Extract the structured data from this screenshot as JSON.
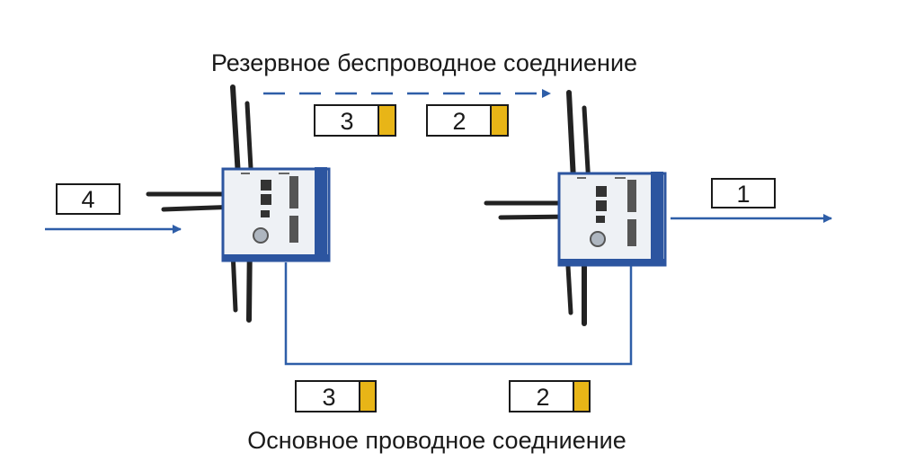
{
  "diagram": {
    "wireless_label": "Резервное беспроводное соедниение",
    "wired_label": "Основное проводное соедниение",
    "colors": {
      "link": "#2e5ea8",
      "tag": "#e8b517",
      "box_border": "#1a1a1a",
      "device_body": "#eef1f5",
      "device_frame": "#2c55a0",
      "antenna": "#222222"
    },
    "packets": {
      "input": "4",
      "output": "1",
      "wireless_a": "3",
      "wireless_b": "2",
      "wired_a": "3",
      "wired_b": "2"
    },
    "devices": [
      {
        "name": "access-point-left",
        "icon": "wireless-router-icon"
      },
      {
        "name": "access-point-right",
        "icon": "wireless-router-icon"
      }
    ]
  }
}
